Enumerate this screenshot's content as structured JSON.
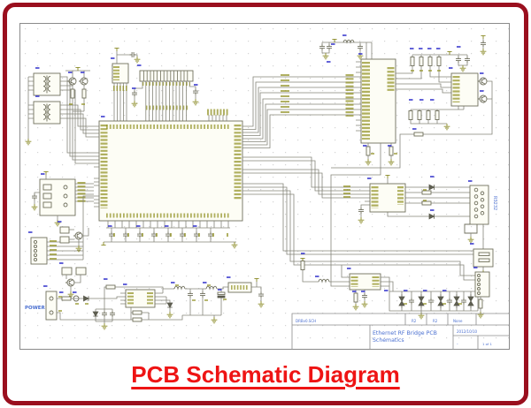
{
  "caption": {
    "text": "PCB Schematic Diagram"
  },
  "schematic": {
    "power_label": "POWER",
    "rs232_label": "RS232",
    "title_block": {
      "filename": "DRBv0.SCH",
      "rev_a": "R2",
      "rev_b": "R2",
      "status": "None",
      "title_line1": "Ethernet RF Bridge PCB",
      "title_line2": "Schematics",
      "date": "2012/10/10",
      "revision": "-",
      "sheet": "1 of 1"
    },
    "colors": {
      "frame_border": "#9a0f1e",
      "caption_red": "#ee1414",
      "designator_blue": "#3a3ace",
      "label_olive": "#8f8f1f",
      "wire_gray": "#85857a",
      "title_text_blue": "#4a6fd0"
    }
  }
}
